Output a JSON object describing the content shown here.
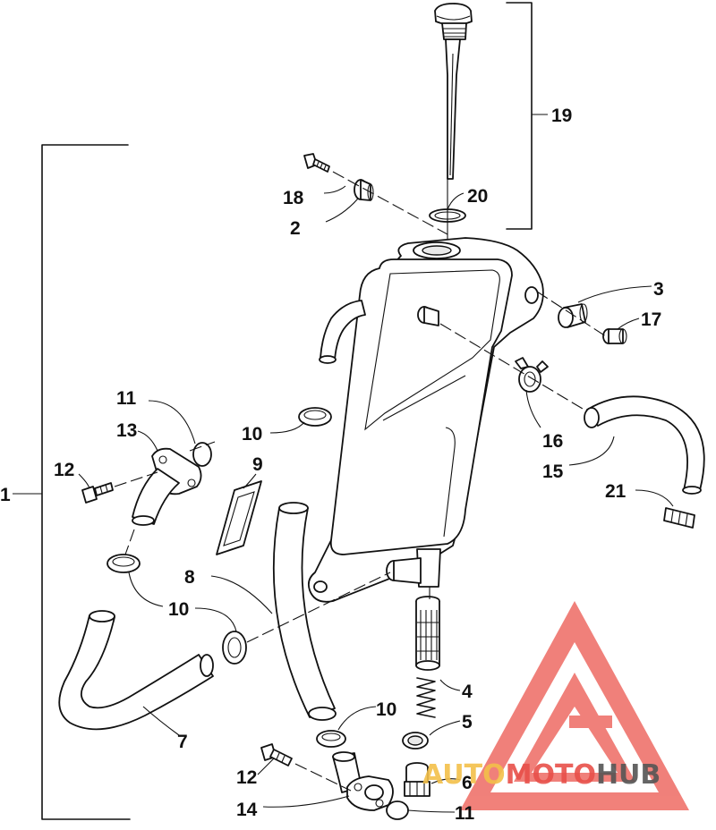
{
  "callouts": [
    {
      "id": "c1",
      "text": "1"
    },
    {
      "id": "c2",
      "text": "2"
    },
    {
      "id": "c3",
      "text": "3"
    },
    {
      "id": "c4",
      "text": "4"
    },
    {
      "id": "c5",
      "text": "5"
    },
    {
      "id": "c6",
      "text": "6"
    },
    {
      "id": "c7",
      "text": "7"
    },
    {
      "id": "c8",
      "text": "8"
    },
    {
      "id": "c9",
      "text": "9"
    },
    {
      "id": "c10a",
      "text": "10"
    },
    {
      "id": "c10b",
      "text": "10"
    },
    {
      "id": "c10c",
      "text": "10"
    },
    {
      "id": "c11a",
      "text": "11"
    },
    {
      "id": "c11b",
      "text": "11"
    },
    {
      "id": "c12a",
      "text": "12"
    },
    {
      "id": "c12b",
      "text": "12"
    },
    {
      "id": "c13",
      "text": "13"
    },
    {
      "id": "c14",
      "text": "14"
    },
    {
      "id": "c15",
      "text": "15"
    },
    {
      "id": "c16",
      "text": "16"
    },
    {
      "id": "c17",
      "text": "17"
    },
    {
      "id": "c18",
      "text": "18"
    },
    {
      "id": "c19",
      "text": "19"
    },
    {
      "id": "c20",
      "text": "20"
    },
    {
      "id": "c21",
      "text": "21"
    }
  ],
  "watermark": {
    "part1": "AUTO",
    "part2": "MOTO",
    "part3": "HUB",
    "colors": {
      "auto": "#f3c04a",
      "moto": "#e8504a",
      "hub": "#555555",
      "logo": "#ee6b63"
    }
  }
}
